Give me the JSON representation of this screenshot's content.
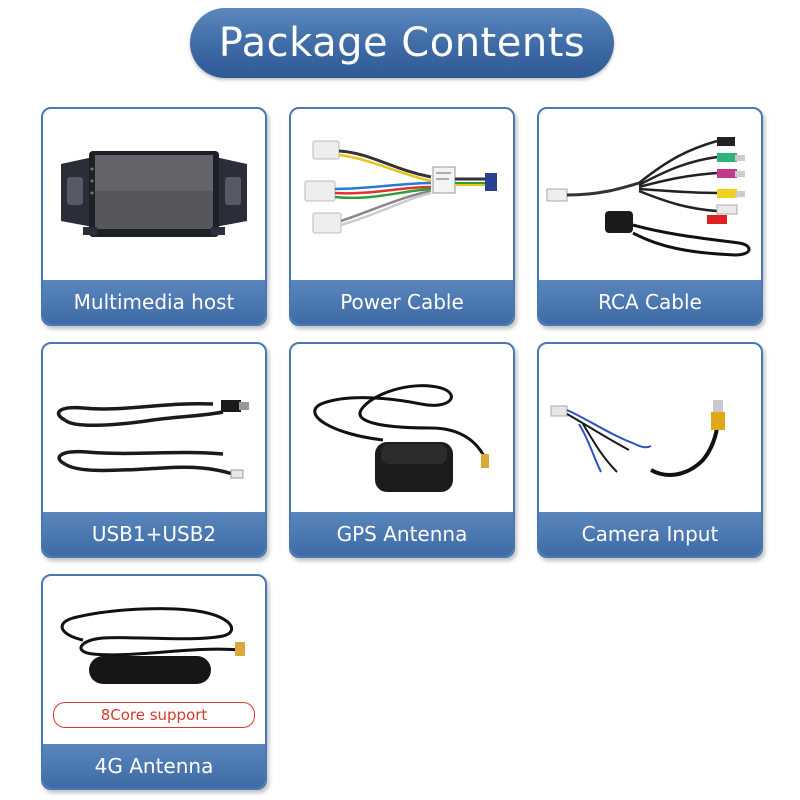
{
  "header": {
    "title": "Package Contents"
  },
  "items": [
    {
      "label": "Multimedia host"
    },
    {
      "label": "Power Cable"
    },
    {
      "label": "RCA Cable"
    },
    {
      "label": "USB1+USB2"
    },
    {
      "label": "GPS Antenna"
    },
    {
      "label": "Camera Input"
    },
    {
      "label": "4G Antenna",
      "badge": "8Core support"
    }
  ],
  "colors": {
    "accent": "#3e6aa5",
    "badge_red": "#d63a2c"
  }
}
